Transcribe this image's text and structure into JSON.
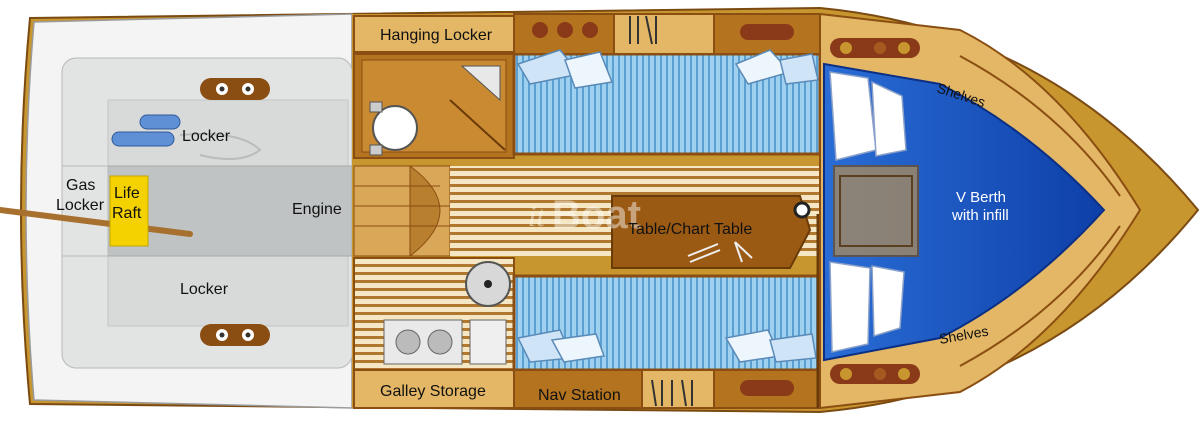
{
  "labels": {
    "hanging_locker": "Hanging Locker",
    "galley_storage": "Galley Storage",
    "nav_station": "Nav Station",
    "table_chart_table": "Table/Chart Table",
    "shelves_top": "Shelves",
    "shelves_bottom": "Shelves",
    "v_berth_line1": "V Berth",
    "v_berth_line2": "with infill",
    "locker_top": "Locker",
    "locker_bottom": "Locker",
    "engine": "Engine",
    "gas_locker_line1": "Gas",
    "gas_locker_line2": "Locker",
    "life_raft_line1": "Life",
    "life_raft_line2": "Raft"
  },
  "watermark": {
    "prefix": "it",
    "brand": "Boat"
  },
  "colors": {
    "hull_wood": "#c8962e",
    "wood_dark": "#8a4e12",
    "wood_panel": "#e3b765",
    "cushion_blue": "#7fb8e0",
    "v_berth_blue": "#1f5fc8",
    "cockpit_grey": "#d9dcdc",
    "life_raft_yellow": "#f4d200"
  }
}
